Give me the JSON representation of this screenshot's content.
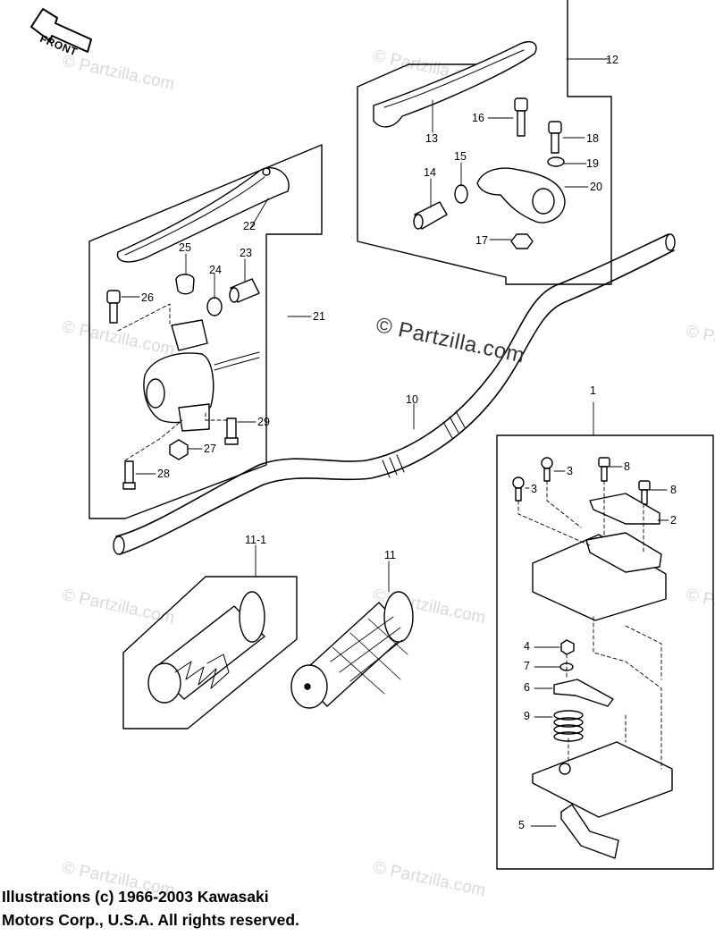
{
  "front_label": "FRONT",
  "watermark": "© Partzilla.com",
  "copyright": {
    "line1": "Illustrations (c) 1966-2003 Kawasaki",
    "line2": "Motors Corp., U.S.A.  All rights reserved."
  },
  "callouts": {
    "c1": "1",
    "c2": "2",
    "c3a": "3",
    "c3b": "3",
    "c4": "4",
    "c5": "5",
    "c6": "6",
    "c7": "7",
    "c8a": "8",
    "c8b": "8",
    "c9": "9",
    "c10": "10",
    "c11": "11",
    "c11_1": "11-1",
    "c12": "12",
    "c13": "13",
    "c14": "14",
    "c15": "15",
    "c16": "16",
    "c17": "17",
    "c18": "18",
    "c19": "19",
    "c20": "20",
    "c21": "21",
    "c22": "22",
    "c23": "23",
    "c24": "24",
    "c25": "25",
    "c26": "26",
    "c27": "27",
    "c28": "28",
    "c29": "29"
  }
}
